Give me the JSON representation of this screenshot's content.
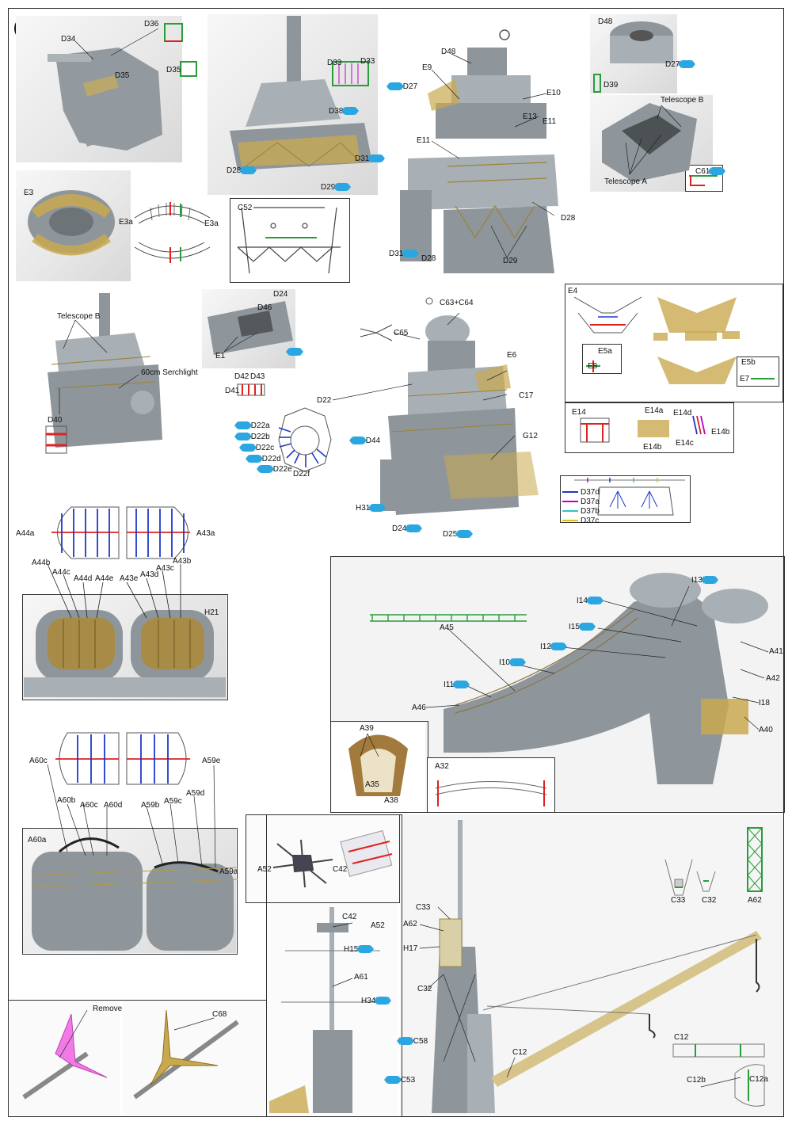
{
  "step_number": "4",
  "panel1": {
    "labels": [
      "D36",
      "D34",
      "D35",
      "D35"
    ]
  },
  "panel2": {
    "labels": [
      "D33",
      "D33",
      "D38",
      "D28",
      "D29",
      "D31",
      "C52"
    ]
  },
  "panel3": {
    "labels": [
      "D48",
      "E9",
      "D27",
      "E10",
      "E13",
      "E11",
      "E11",
      "D31",
      "D28",
      "D29",
      "D28"
    ]
  },
  "panel4": {
    "labels": [
      "D48",
      "D27",
      "D39",
      "Telescope B",
      "Telescope A",
      "C61"
    ]
  },
  "panel5": {
    "labels": [
      "E3",
      "E3a",
      "E3a"
    ]
  },
  "panel6": {
    "labels": [
      "Telescope B",
      "60cm Serchlight",
      "D40"
    ]
  },
  "panel7": {
    "labels": [
      "D24",
      "D46",
      "E1",
      "D42",
      "D43",
      "D41"
    ]
  },
  "panel8": {
    "labels": [
      "D22a",
      "D22b",
      "D22c",
      "D22d",
      "D22e",
      "D22f"
    ]
  },
  "panel9": {
    "labels": [
      "C63+C64",
      "C65",
      "D22",
      "D44",
      "H31",
      "D24",
      "D25",
      "E6",
      "C17",
      "G12"
    ]
  },
  "panel10": {
    "labels": [
      "E4",
      "E5a",
      "E8",
      "E5b",
      "E7"
    ]
  },
  "panel11": {
    "labels": [
      "E14",
      "E14a",
      "E14d",
      "E14b",
      "E14b",
      "E14c"
    ]
  },
  "panel12": {
    "labels": [
      "D37d",
      "D37a",
      "D37b",
      "D37c"
    ]
  },
  "panel13": {
    "labels": [
      "A44a",
      "A43a",
      "A44b",
      "A44c",
      "A44d",
      "A44e",
      "A43e",
      "A43d",
      "A43c",
      "A43b",
      "H21"
    ]
  },
  "panel14": {
    "labels": [
      "I13",
      "I14",
      "I15",
      "I12",
      "I10",
      "I11",
      "A45",
      "A46",
      "A41",
      "A42",
      "I18",
      "A40"
    ]
  },
  "panel15": {
    "labels": [
      "A39",
      "A35",
      "A38"
    ]
  },
  "panel16": {
    "labels": [
      "A32"
    ]
  },
  "panel17": {
    "labels": [
      "A60c",
      "A59e",
      "A60b",
      "A60c",
      "A60d",
      "A59b",
      "A59c",
      "A59d",
      "A60a",
      "A59a"
    ]
  },
  "panel18": {
    "labels": [
      "A52",
      "C42"
    ]
  },
  "panel19": {
    "labels": [
      "C42",
      "A52",
      "H15",
      "A61",
      "H34",
      "C53"
    ]
  },
  "panel20": {
    "labels": [
      "C33",
      "A62",
      "H17",
      "C32",
      "C58",
      "C12"
    ]
  },
  "panel21": {
    "labels": [
      "C33",
      "C32",
      "A62",
      "C12",
      "C12b",
      "C12a"
    ]
  },
  "panel22": {
    "labels": [
      "Remove"
    ]
  },
  "panel23": {
    "labels": [
      "C68"
    ]
  },
  "colors": {
    "arrow": "#2aa6e0",
    "etch": "#c9a94f",
    "resin": "#8e969c"
  }
}
